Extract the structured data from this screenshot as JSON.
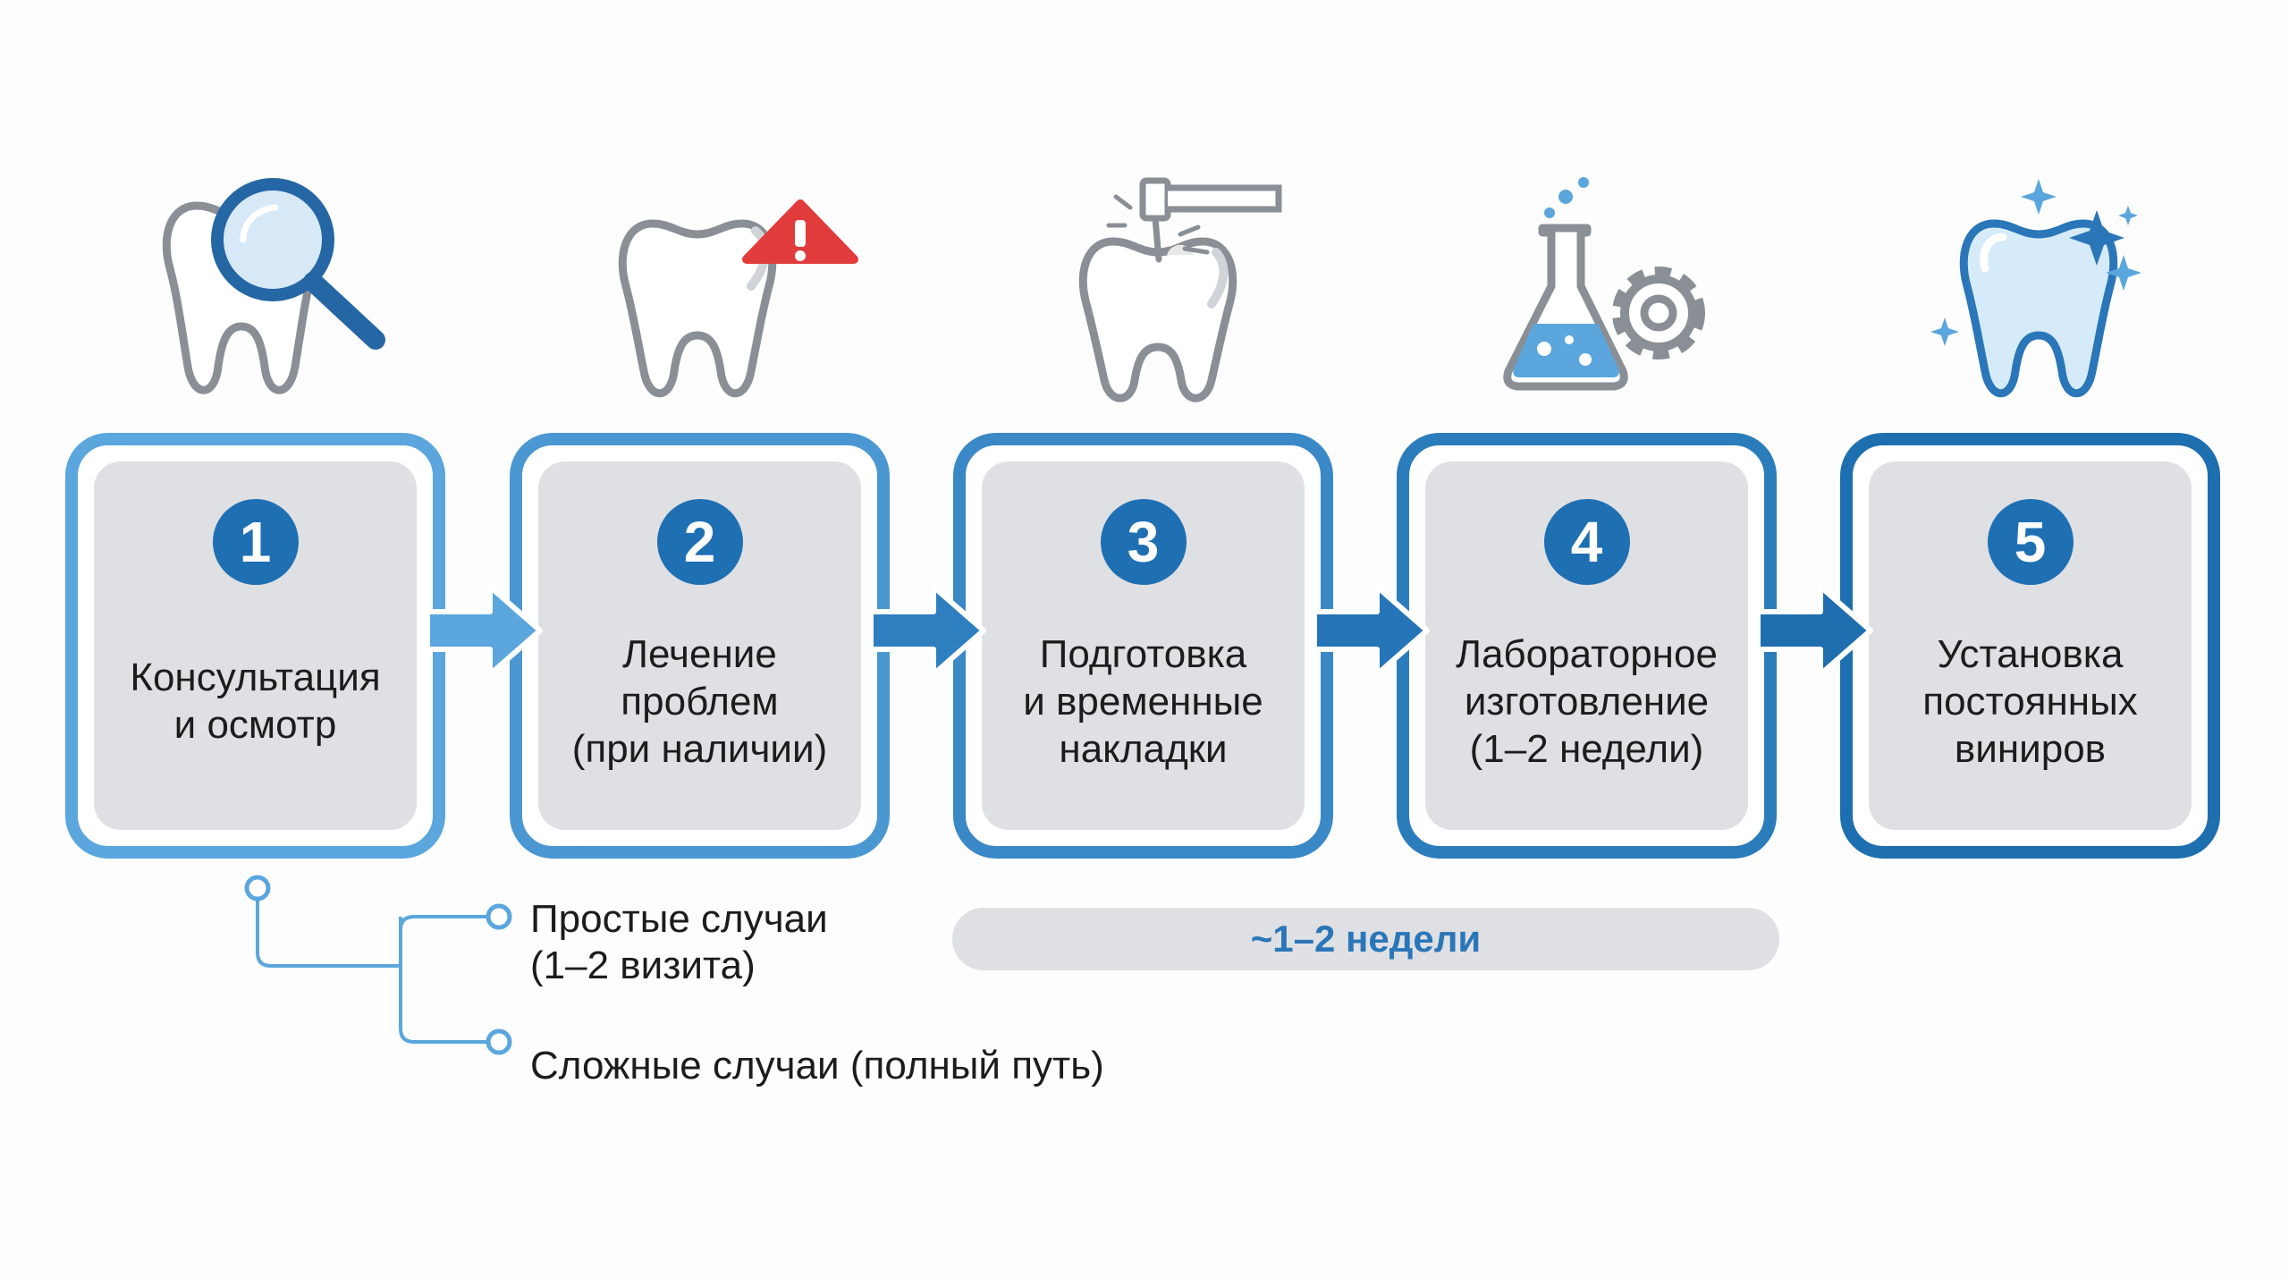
{
  "colors": {
    "step_border_light": "#5aa6dd",
    "step_border_dark": "#1e6fb0",
    "step_fill": "#dfe0e3",
    "number_circle": "#1f6fb3",
    "arrow_light": "#5aa6dd",
    "arrow_dark": "#1f72b6",
    "warning_red": "#e23b3b",
    "duration_text": "#2a76b8"
  },
  "steps": [
    {
      "number": "1",
      "label": "Консультация\nи осмотр",
      "icon": "tooth-magnifier-icon"
    },
    {
      "number": "2",
      "label": "Лечение\nпроблем\n(при наличии)",
      "icon": "tooth-warning-icon"
    },
    {
      "number": "3",
      "label": "Подготовка\nи временные\nнакладки",
      "icon": "tooth-drill-icon"
    },
    {
      "number": "4",
      "label": "Лабораторное\nизготовление\n(1–2 недели)",
      "icon": "flask-gear-icon"
    },
    {
      "number": "5",
      "label": "Установка\nпостоянных\nвиниров",
      "icon": "sparkling-tooth-icon"
    }
  ],
  "branches": {
    "simple": "Простые случаи\n(1–2 визита)",
    "complex": "Сложные случаи (полный путь)"
  },
  "duration": "~1–2 недели"
}
